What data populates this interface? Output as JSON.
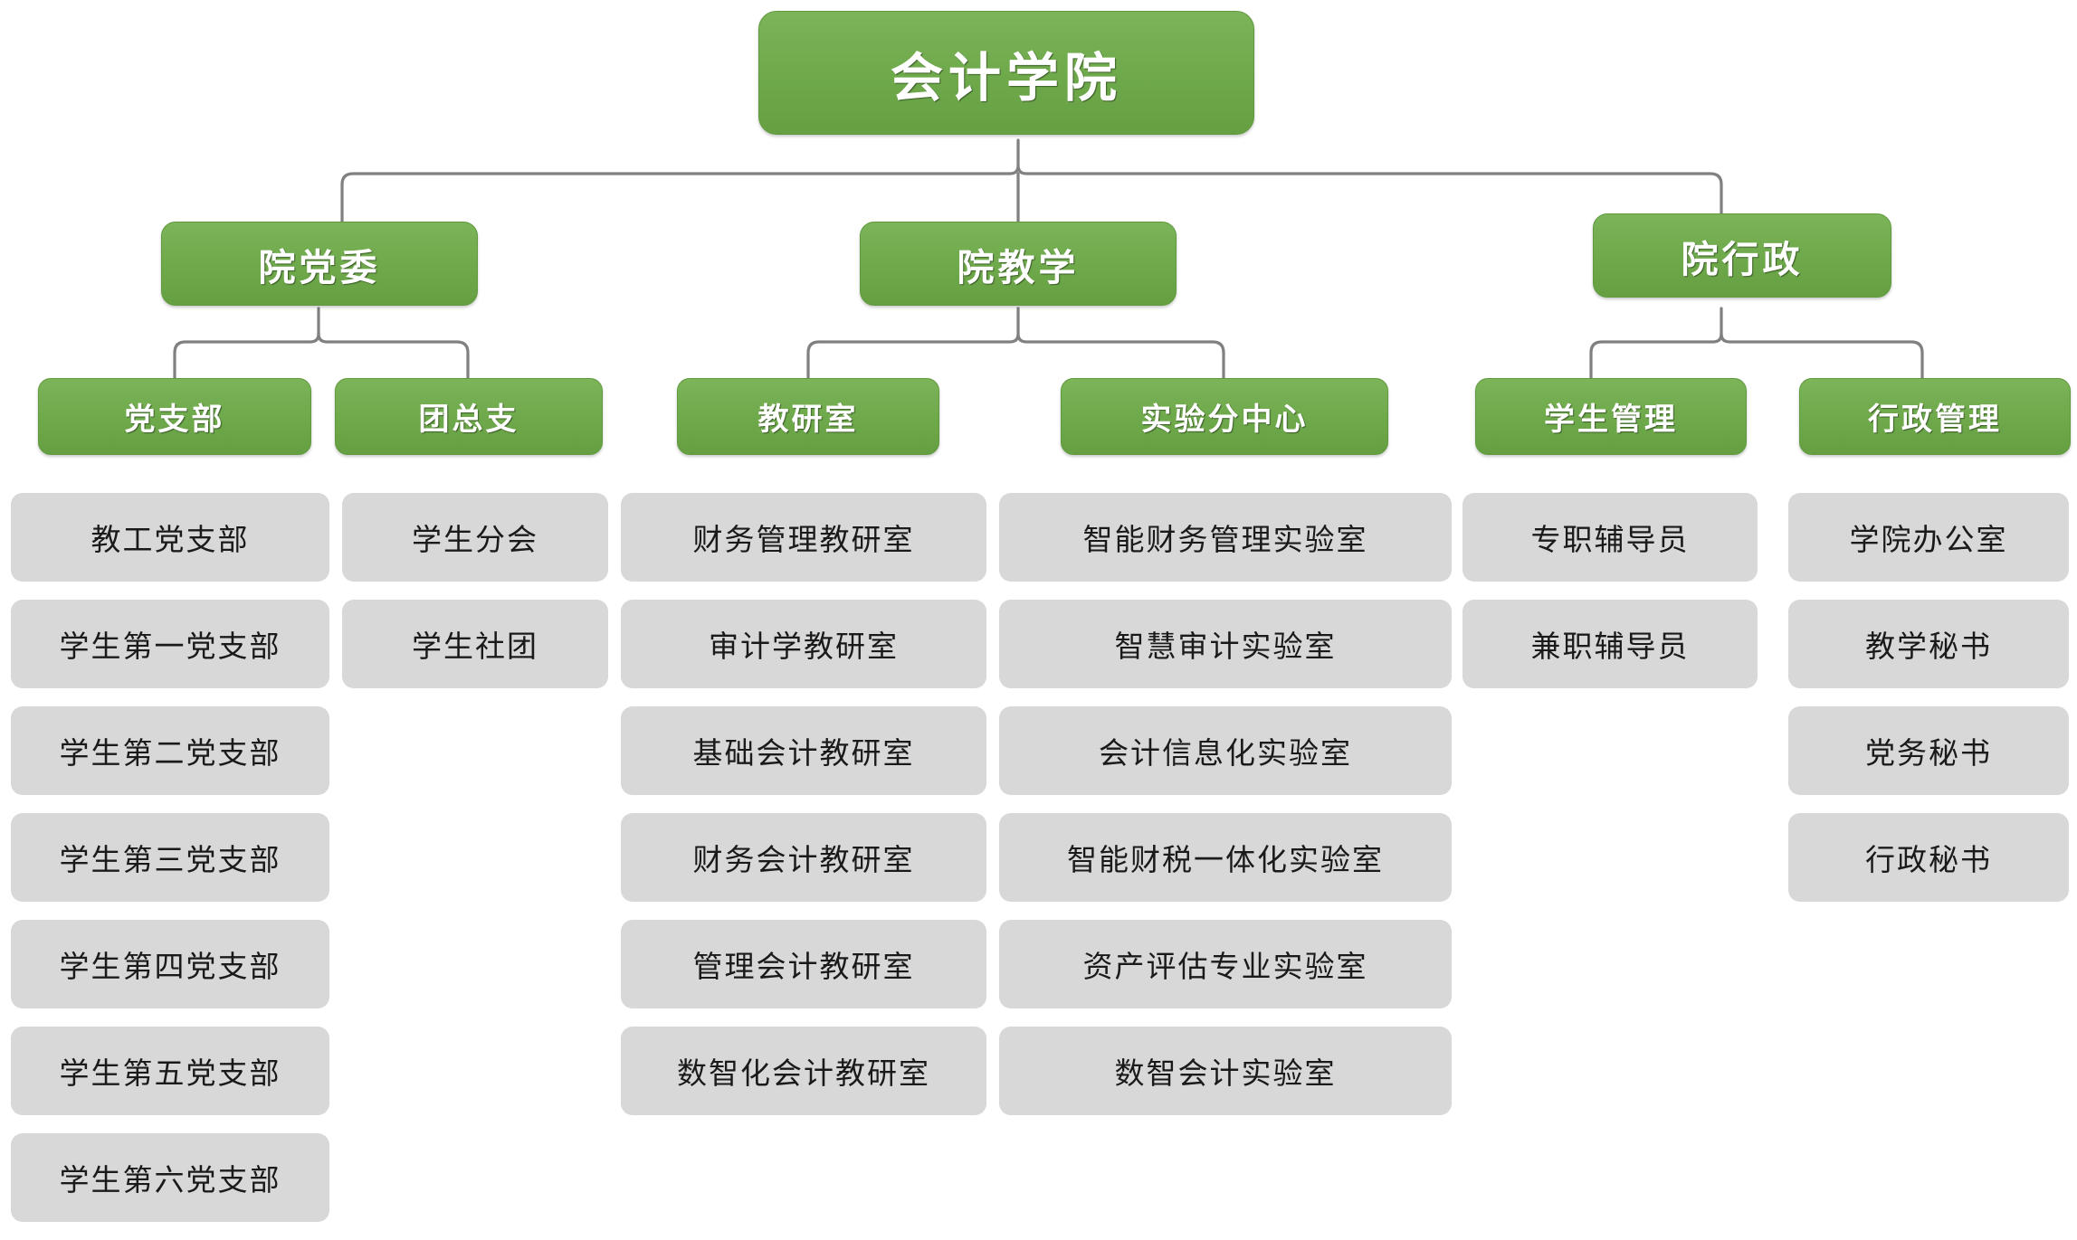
{
  "chart_data": {
    "type": "diagram",
    "title": "会计学院",
    "diagram_kind": "organization-chart",
    "colors": {
      "node_green": "#6faa4c",
      "node_green_light": "#7cb45a",
      "node_border": "#5f9a3e",
      "leaf_gray": "#d8d8d8",
      "connector_gray": "#808080",
      "green_text": "#ffffff",
      "leaf_text": "#1a1a1a",
      "background": "#ffffff"
    }
  },
  "root": {
    "label": "会计学院"
  },
  "tier2": [
    {
      "label": "院党委"
    },
    {
      "label": "院教学"
    },
    {
      "label": "院行政"
    }
  ],
  "branches": [
    {
      "header": "党支部",
      "items": [
        "教工党支部",
        "学生第一党支部",
        "学生第二党支部",
        "学生第三党支部",
        "学生第四党支部",
        "学生第五党支部",
        "学生第六党支部"
      ]
    },
    {
      "header": "团总支",
      "items": [
        "学生分会",
        "学生社团"
      ]
    },
    {
      "header": "教研室",
      "items": [
        "财务管理教研室",
        "审计学教研室",
        "基础会计教研室",
        "财务会计教研室",
        "管理会计教研室",
        "数智化会计教研室"
      ]
    },
    {
      "header": "实验分中心",
      "items": [
        "智能财务管理实验室",
        "智慧审计实验室",
        "会计信息化实验室",
        "智能财税一体化实验室",
        "资产评估专业实验室",
        "数智会计实验室"
      ]
    },
    {
      "header": "学生管理",
      "items": [
        "专职辅导员",
        "兼职辅导员"
      ]
    },
    {
      "header": "行政管理",
      "items": [
        "学院办公室",
        "教学秘书",
        "党务秘书",
        "行政秘书"
      ]
    }
  ]
}
